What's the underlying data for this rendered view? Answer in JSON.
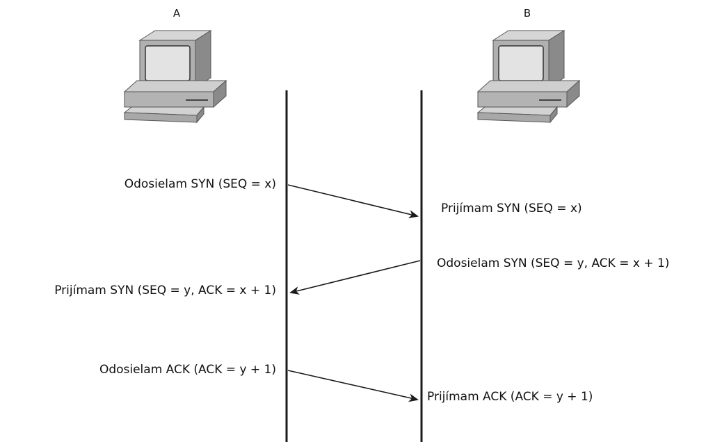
{
  "hosts": {
    "a": {
      "label": "A",
      "icon": "desktop-computer-icon"
    },
    "b": {
      "label": "B",
      "icon": "desktop-computer-icon"
    }
  },
  "messages": {
    "a_send_syn": "Odosielam SYN (SEQ = x)",
    "b_recv_syn": "Prijímam SYN (SEQ = x)",
    "b_send_synack": "Odosielam SYN (SEQ = y, ACK = x + 1)",
    "a_recv_synack": "Prijímam SYN (SEQ = y, ACK = x + 1)",
    "a_send_ack": "Odosielam ACK (ACK = y + 1)",
    "b_recv_ack": "Prijímam ACK (ACK = y + 1)"
  },
  "colors": {
    "line": "#1a1a1a",
    "computer_light": "#c9c9c9",
    "computer_mid": "#a6a6a6",
    "computer_dark": "#7d7d7d",
    "screen": "#e3e3e3"
  }
}
